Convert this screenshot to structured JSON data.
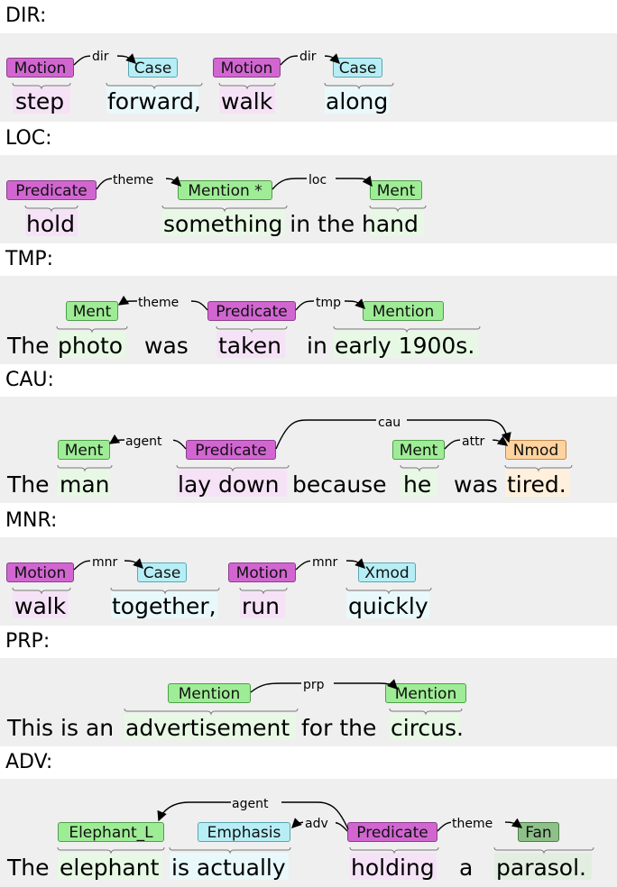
{
  "sections": [
    {
      "id": "dir",
      "label": "DIR:"
    },
    {
      "id": "loc",
      "label": "LOC:"
    },
    {
      "id": "tmp",
      "label": "TMP:"
    },
    {
      "id": "cau",
      "label": "CAU:"
    },
    {
      "id": "mnr",
      "label": "MNR:"
    },
    {
      "id": "prp",
      "label": "PRP:"
    },
    {
      "id": "adv",
      "label": "ADV:"
    }
  ],
  "tags": {
    "dir_motion1": "Motion",
    "dir_case1": "Case",
    "dir_motion2": "Motion",
    "dir_case2": "Case",
    "loc_pred": "Predicate",
    "loc_mention": "Mention *",
    "loc_ment": "Ment",
    "tmp_ment": "Ment",
    "tmp_pred": "Predicate",
    "tmp_mention": "Mention",
    "cau_ment1": "Ment",
    "cau_pred": "Predicate",
    "cau_ment2": "Ment",
    "cau_nmod": "Nmod",
    "mnr_motion1": "Motion",
    "mnr_case": "Case",
    "mnr_motion2": "Motion",
    "mnr_xmod": "Xmod",
    "prp_mention1": "Mention",
    "prp_mention2": "Mention",
    "adv_eleph": "Elephant_L",
    "adv_emph": "Emphasis",
    "adv_pred": "Predicate",
    "adv_fan": "Fan"
  },
  "arcs": {
    "dir1": "dir",
    "dir2": "dir",
    "loc1": "theme",
    "loc2": "loc",
    "tmp1": "theme",
    "tmp2": "tmp",
    "cau1": "agent",
    "cau2": "cau",
    "cau3": "attr",
    "mnr1": "mnr",
    "mnr2": "mnr",
    "prp1": "prp",
    "adv1": "agent",
    "adv2": "adv",
    "adv3": "theme"
  },
  "words": {
    "dir": [
      "step",
      "forward,",
      "walk",
      "along"
    ],
    "loc": [
      "hold",
      "something in the hand"
    ],
    "tmp": [
      "The",
      "photo",
      "was",
      "taken",
      "in",
      "early 1900s."
    ],
    "cau": [
      "The",
      "man",
      "lay down",
      "because",
      "he",
      "was",
      "tired."
    ],
    "mnr": [
      "walk",
      "together,",
      "run",
      "quickly"
    ],
    "prp": [
      "This is an",
      "advertisement",
      "for the",
      "circus."
    ],
    "adv": [
      "The",
      "elephant",
      "is actually",
      "holding",
      "a",
      "parasol."
    ]
  }
}
